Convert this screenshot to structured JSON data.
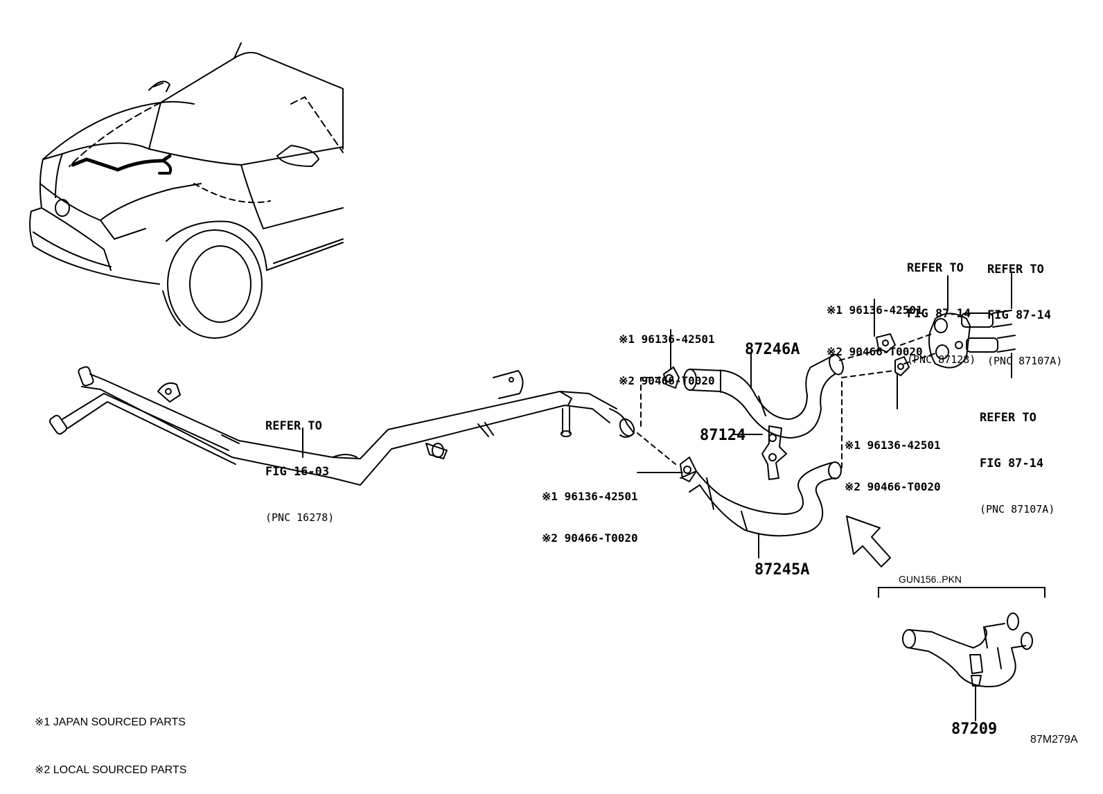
{
  "parts": {
    "p87246A": "87246A",
    "p87124": "87124",
    "p87245A": "87245A",
    "p87209": "87209"
  },
  "refs": {
    "r16_03": {
      "l1": "REFER TO",
      "l2": "FIG 16-03",
      "l3": "(PNC 16278)"
    },
    "r87128": {
      "l1": "REFER TO",
      "l2": "FIG 87-14",
      "l3": "(PNC 87128)"
    },
    "r87107A_top": {
      "l1": "REFER TO",
      "l2": "FIG 87-14",
      "l3": "(PNC 87107A)"
    },
    "r87107A_bot": {
      "l1": "REFER TO",
      "l2": "FIG 87-14",
      "l3": "(PNC 87107A)"
    }
  },
  "fasteners": {
    "f1": {
      "a": "※1 96136-42501",
      "b": "※2 90466-T0020"
    },
    "f2": {
      "a": "※1 96136-42501",
      "b": "※2 90466-T0020"
    },
    "f3": {
      "a": "※1 96136-42501",
      "b": "※2 90466-T0020"
    },
    "f4": {
      "a": "※1 96136-42501",
      "b": "※2 90466-T0020"
    }
  },
  "notes": {
    "n1": "※1 JAPAN SOURCED PARTS",
    "n2": "※2 LOCAL SOURCED PARTS"
  },
  "variant": "GUN156..PKN",
  "figure_code": "87M279A"
}
